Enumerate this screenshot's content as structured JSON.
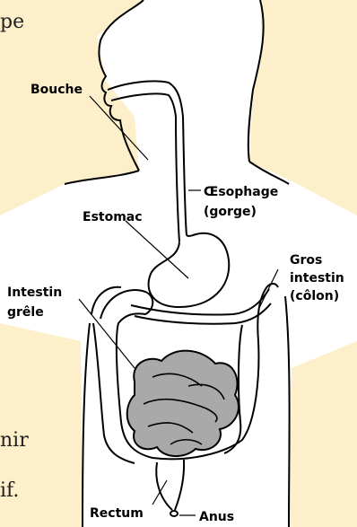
{
  "background_fragments": {
    "top": "pe",
    "middle": "nir",
    "bottom": "if."
  },
  "labels": {
    "bouche": "Bouche",
    "oesophage_1": "Œsophage",
    "oesophage_2": "(gorge)",
    "estomac": "Estomac",
    "gros_1": "Gros",
    "gros_2": "intestin",
    "gros_3": "(côlon)",
    "intestin_1": "Intestin",
    "intestin_2": "grêle",
    "rectum": "Rectum",
    "anus": "Anus"
  },
  "colors": {
    "background": "#fcefc9",
    "body_fill": "#ffffff",
    "outline": "#000000",
    "small_intestine": "#a9a9a9"
  }
}
